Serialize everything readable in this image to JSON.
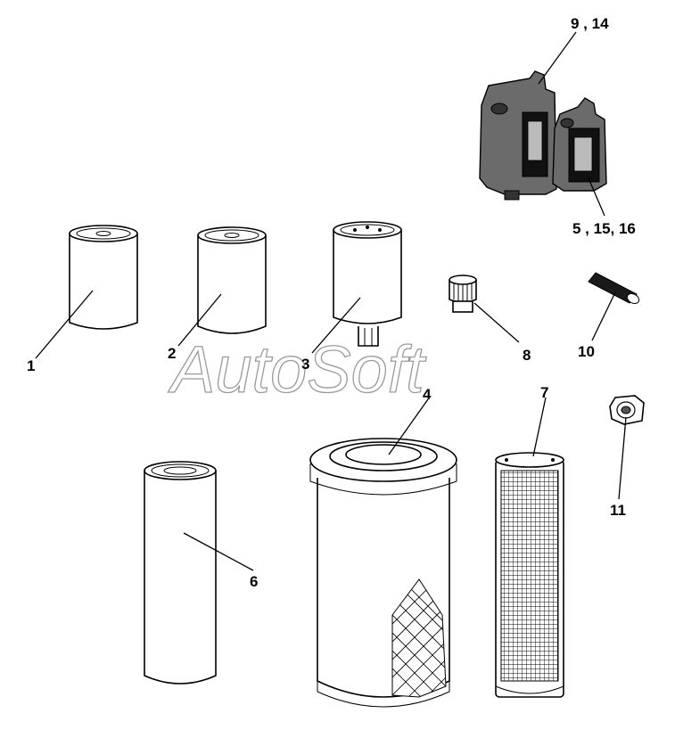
{
  "watermark": "AutoSoft",
  "callouts": {
    "c1": "1",
    "c2": "2",
    "c3": "3",
    "c4": "4",
    "c5_15_16": "5 , 15, 16",
    "c6": "6",
    "c7": "7",
    "c8": "8",
    "c9_14": "9 , 14",
    "c10": "10",
    "c11": "11"
  },
  "icons": [
    "oil-filter",
    "fuel-filter",
    "fuel-water-separator",
    "air-filter-primary",
    "oil-canister",
    "hydraulic-filter",
    "air-filter-safety",
    "breather-cap",
    "oil-canister-large",
    "rubber-hose",
    "drain-plug"
  ]
}
